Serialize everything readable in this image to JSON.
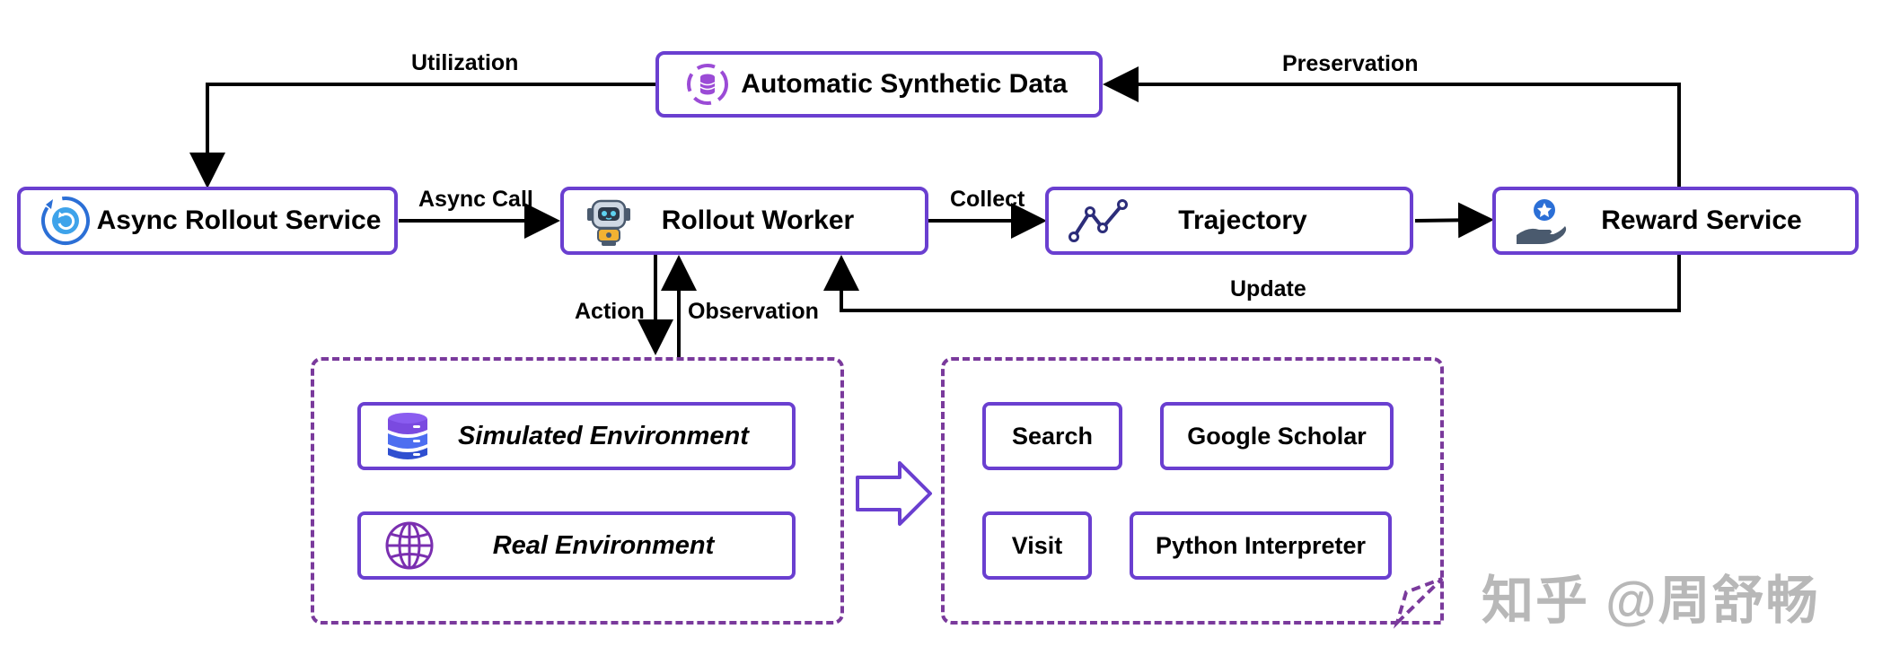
{
  "nodes": {
    "synthetic_data": "Automatic Synthetic Data",
    "async_rollout": "Async Rollout Service",
    "rollout_worker": "Rollout Worker",
    "trajectory": "Trajectory",
    "reward_service": "Reward Service"
  },
  "edges": {
    "utilization": "Utilization",
    "preservation": "Preservation",
    "async_call": "Async Call",
    "collect": "Collect",
    "update": "Update",
    "action": "Action",
    "observation": "Observation"
  },
  "environments": {
    "simulated": "Simulated Environment",
    "real": "Real Environment"
  },
  "tools": {
    "search": "Search",
    "google_scholar": "Google Scholar",
    "visit": "Visit",
    "python_interpreter": "Python Interpreter"
  },
  "watermark": "知乎 @周舒畅",
  "colors": {
    "box_border": "#6a3fd0",
    "group_border": "#7a3a9c",
    "arrow": "#000000"
  },
  "icons": {
    "synthetic_data": "database-cycle-icon",
    "async_rollout": "refresh-icon",
    "rollout_worker": "robot-icon",
    "trajectory": "trajectory-line-icon",
    "reward_service": "hand-badge-icon",
    "simulated": "database-stack-icon",
    "real": "globe-icon"
  }
}
